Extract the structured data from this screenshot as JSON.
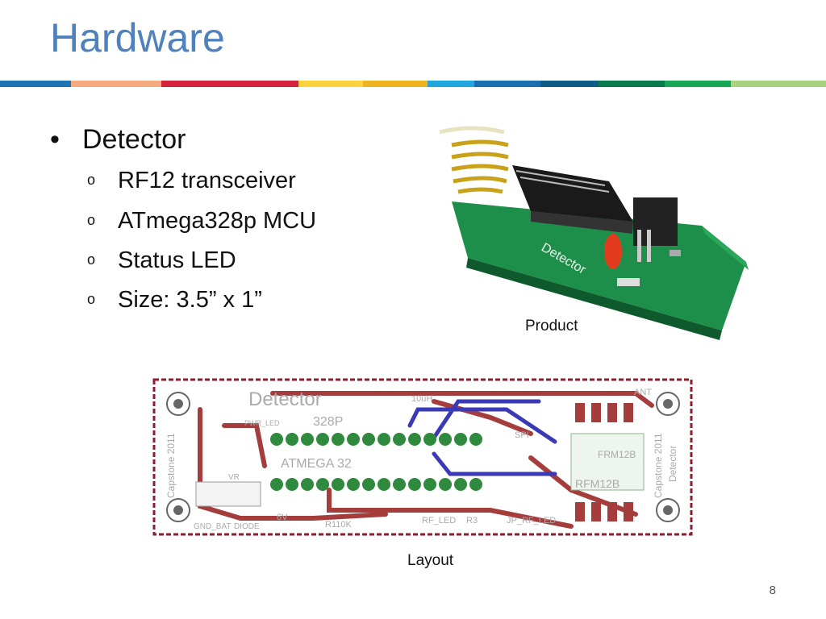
{
  "slide": {
    "title": "Hardware",
    "page_number": "8"
  },
  "rule_colors": [
    "#1f73b7",
    "#f5a97f",
    "#d6233e",
    "#d6233e",
    "#fbd33f",
    "#f0b21f",
    "#20a6df",
    "#1a6fb0",
    "#0f5d86",
    "#0a7a4a",
    "#16a656",
    "#a9d47e"
  ],
  "bullets": {
    "main": "Detector",
    "items": [
      "RF12 transceiver",
      "ATmega328p MCU",
      "Status LED",
      "Size: 3.5” x 1”"
    ]
  },
  "figures": {
    "product_caption": "Product",
    "layout_caption": "Layout"
  },
  "pcb_labels": {
    "board_name": "Detector",
    "mcu_a": "328P",
    "mcu_b": "ATMEGA 32",
    "inductor": "10uH",
    "antenna": "ANT",
    "radio_a": "FRM12B",
    "radio_b": "RFM12B",
    "spi": "SPI",
    "rf_led": "RF_LED",
    "jp_rf_led": "JP_RF_LED",
    "r3": "R3",
    "r110k": "R110K",
    "pwr_led": "PWR_LED",
    "gnd_bat": "GND_BAT",
    "diode": "DIODE",
    "v6": "6V",
    "vr": "VR",
    "capstone_left": "Capstone 2011",
    "capstone_right": "Capstone 2011",
    "detector_right": "Detector"
  }
}
